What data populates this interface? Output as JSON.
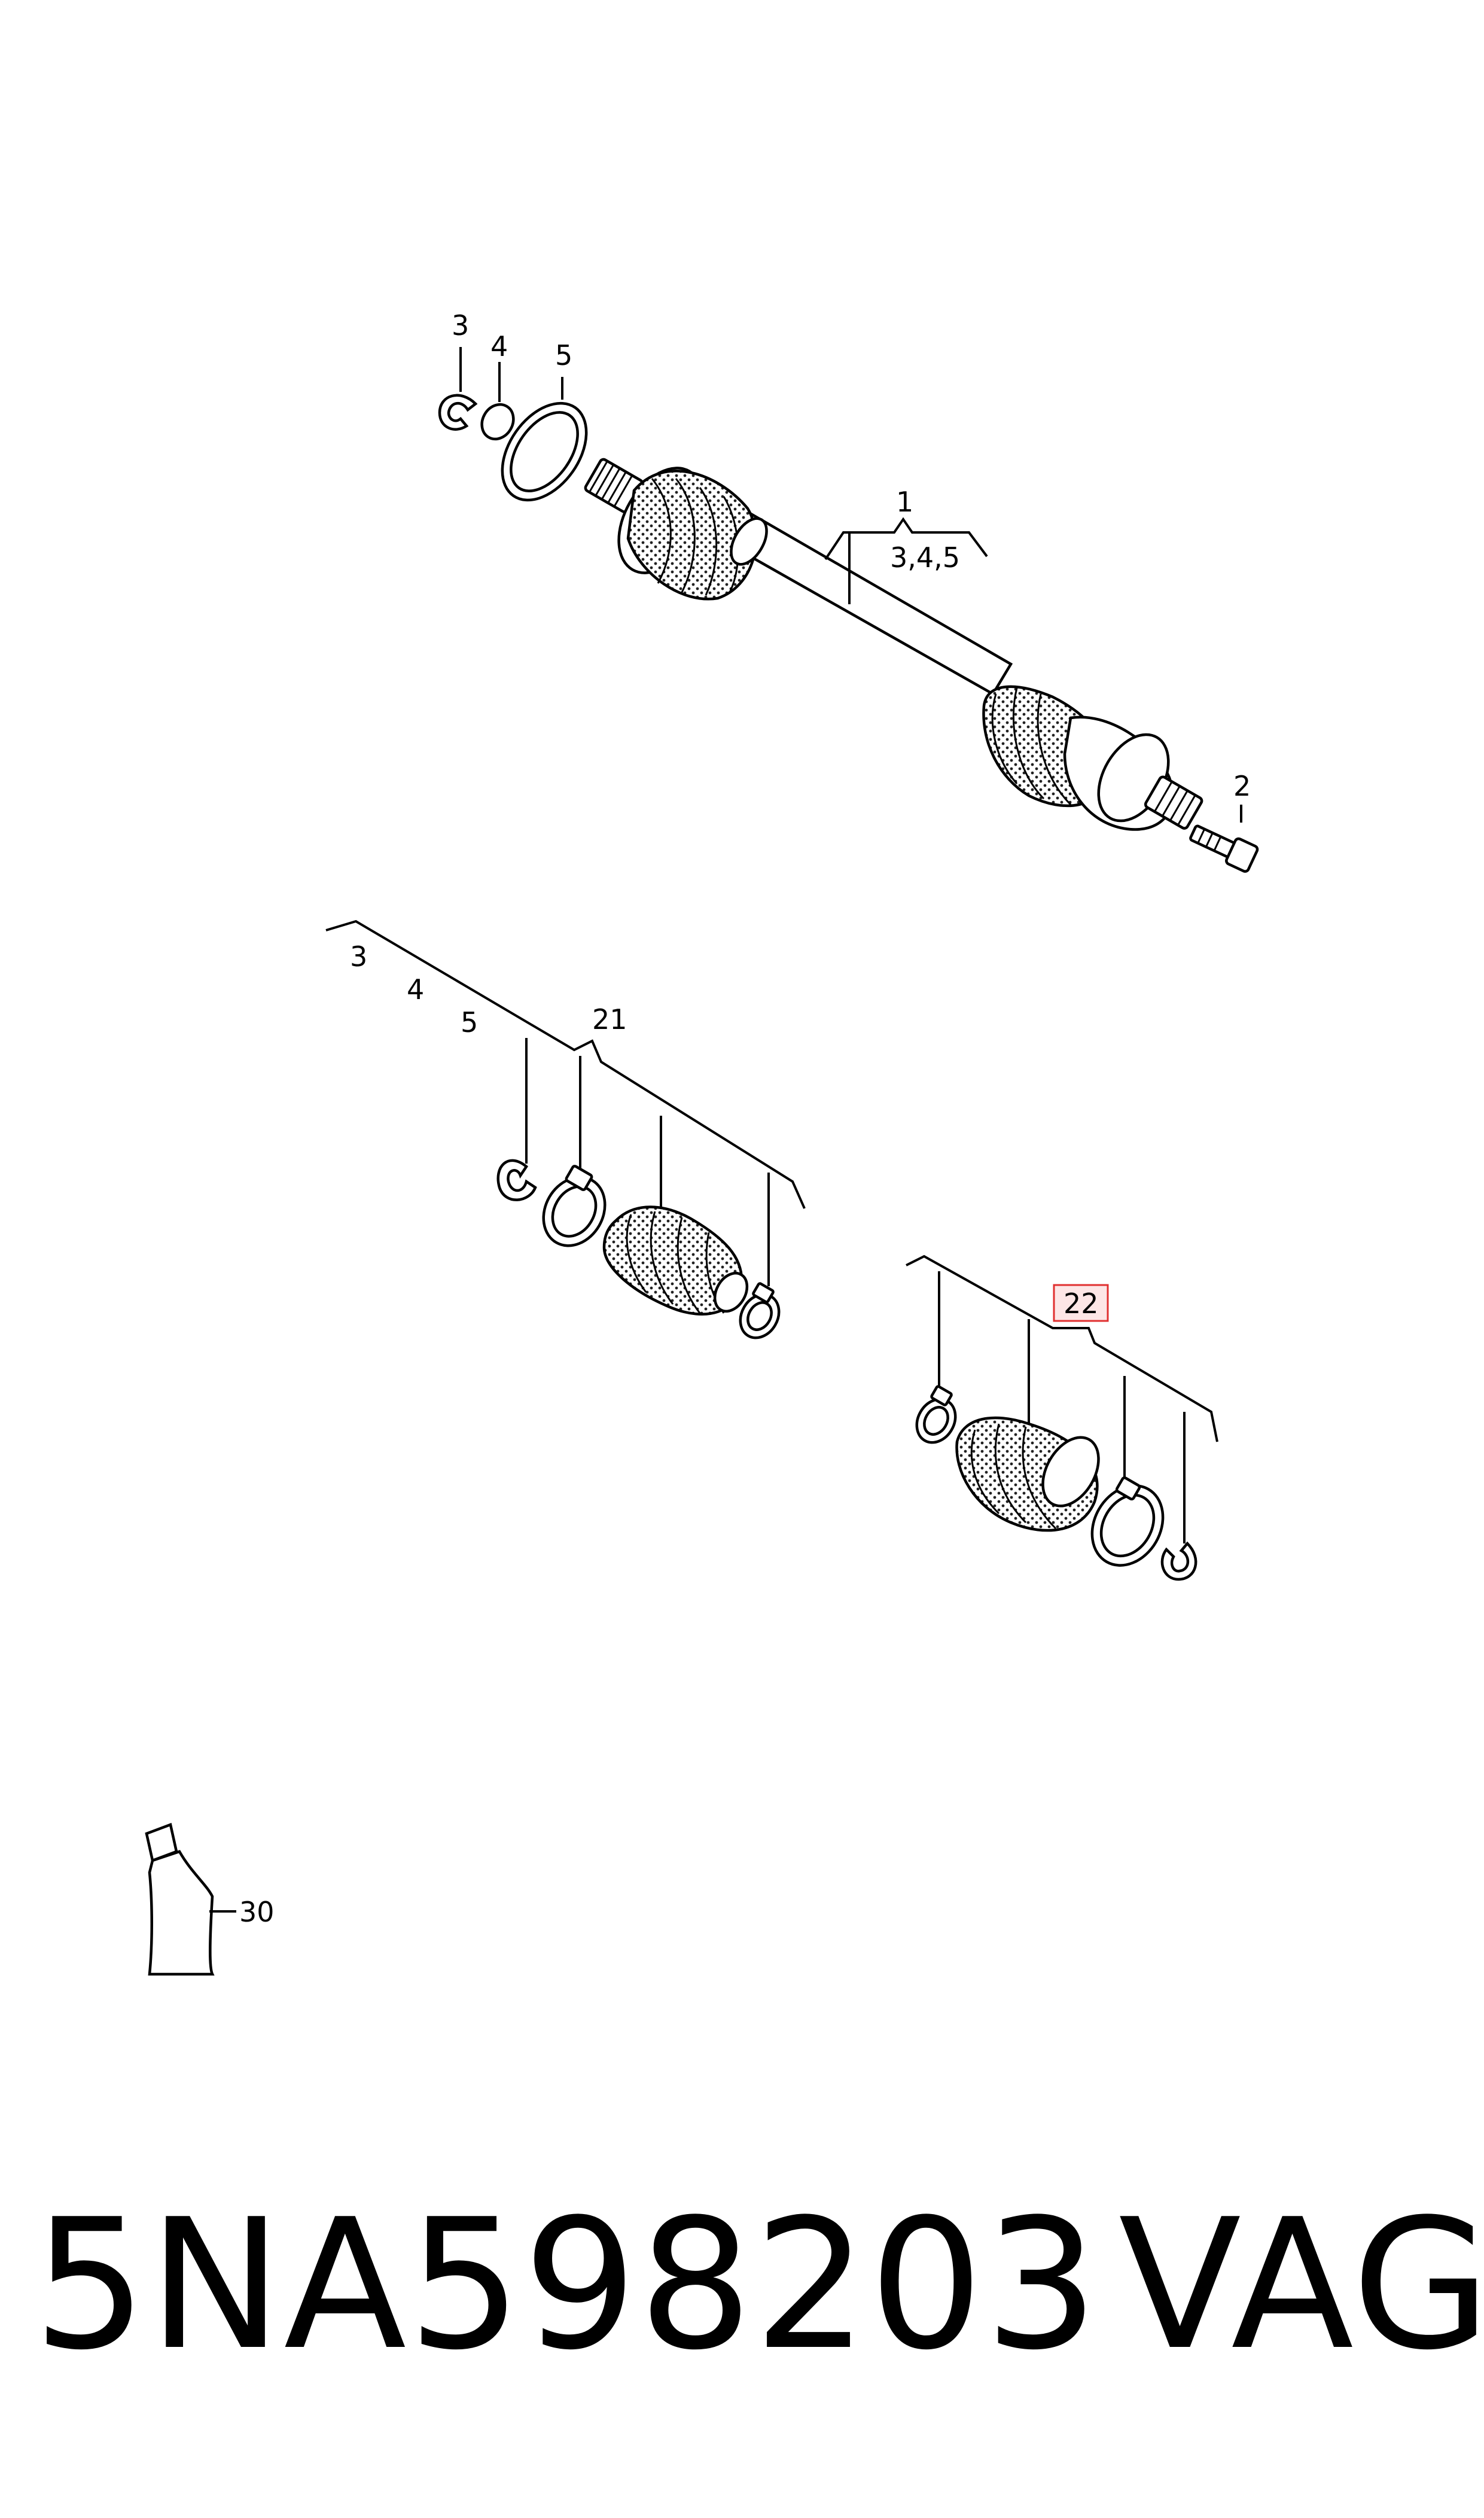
{
  "callouts": {
    "c1": "1",
    "c345": "3,4,5",
    "c2": "2",
    "c3": "3",
    "c4": "4",
    "c5": "5",
    "g3": "3",
    "g4": "4",
    "g5": "5",
    "c21": "21",
    "c22": "22",
    "c30": "30"
  },
  "footer": {
    "part_number": "5NA598203",
    "brand": "VAG"
  },
  "colors": {
    "highlight_fill": "#fde6e6",
    "highlight_border": "#e03030"
  }
}
